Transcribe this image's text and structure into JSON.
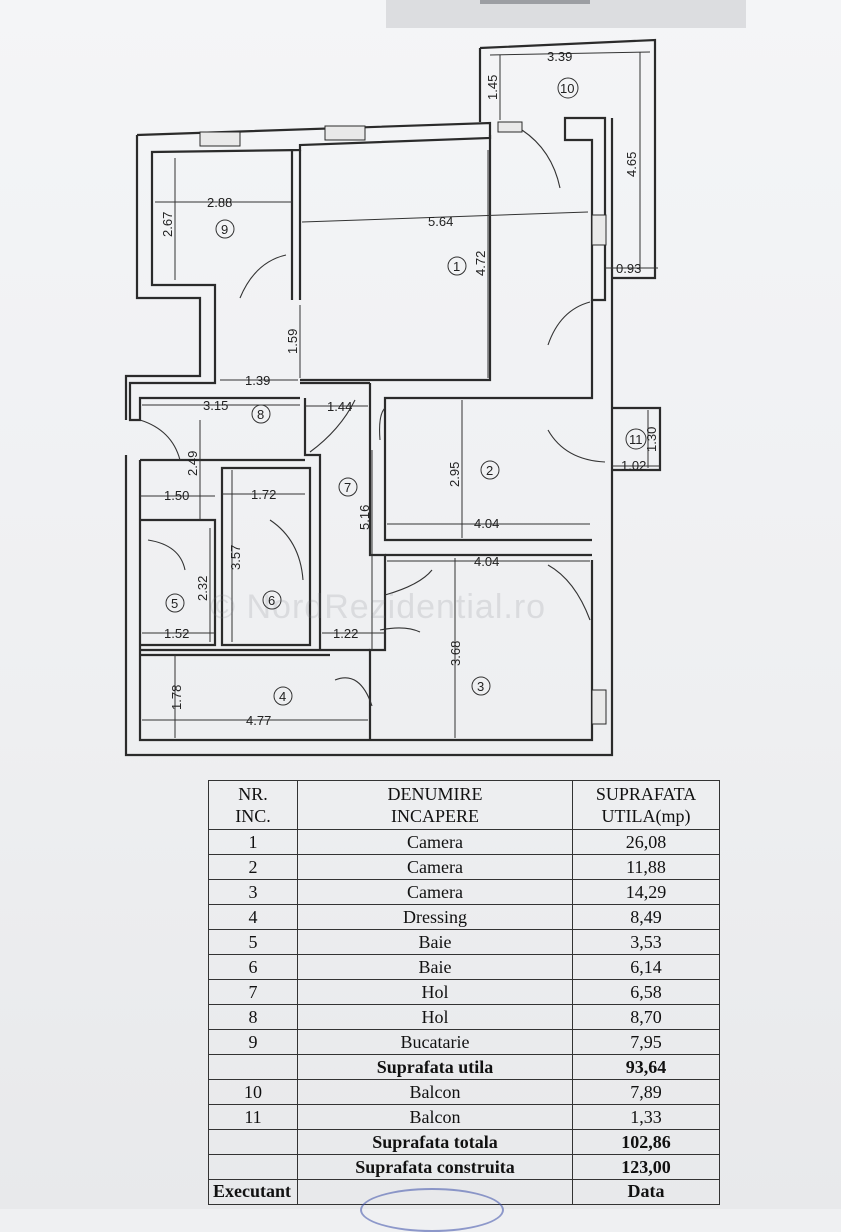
{
  "dimensions": {
    "d_339": "3.39",
    "d_145": "1.45",
    "d_465": "4.65",
    "d_093": "0.93",
    "d_288": "2.88",
    "d_267": "2.67",
    "d_564": "5.64",
    "d_472": "4.72",
    "d_159": "1.59",
    "d_139": "1.39",
    "d_315": "3.15",
    "d_144": "1.44",
    "d_249": "2.49",
    "d_295": "2.95",
    "d_130": "1.30",
    "d_102": "1.02",
    "d_150": "1.50",
    "d_172": "1.72",
    "d_516": "5.16",
    "d_404a": "4.04",
    "d_404b": "4.04",
    "d_357": "3.57",
    "d_232": "2.32",
    "d_152": "1.52",
    "d_122": "1.22",
    "d_368": "3.68",
    "d_178": "1.78",
    "d_477": "4.77"
  },
  "room_labels": [
    "1",
    "2",
    "3",
    "4",
    "5",
    "6",
    "7",
    "8",
    "9",
    "10",
    "11"
  ],
  "watermark": "© NordRezidential.ro",
  "table": {
    "headers": {
      "nr": [
        "NR.",
        "INC."
      ],
      "name": [
        "DENUMIRE",
        "INCAPERE"
      ],
      "area": [
        "SUPRAFATA",
        "UTILA(mp)"
      ]
    },
    "rows": [
      {
        "nr": "1",
        "name": "Camera",
        "area": "26,08"
      },
      {
        "nr": "2",
        "name": "Camera",
        "area": "11,88"
      },
      {
        "nr": "3",
        "name": "Camera",
        "area": "14,29"
      },
      {
        "nr": "4",
        "name": "Dressing",
        "area": "8,49"
      },
      {
        "nr": "5",
        "name": "Baie",
        "area": "3,53"
      },
      {
        "nr": "6",
        "name": "Baie",
        "area": "6,14"
      },
      {
        "nr": "7",
        "name": "Hol",
        "area": "6,58"
      },
      {
        "nr": "8",
        "name": "Hol",
        "area": "8,70"
      },
      {
        "nr": "9",
        "name": "Bucatarie",
        "area": "7,95"
      },
      {
        "nr": "",
        "name": "Suprafata utila",
        "area": "93,64",
        "bold": true
      },
      {
        "nr": "10",
        "name": "Balcon",
        "area": "7,89"
      },
      {
        "nr": "11",
        "name": "Balcon",
        "area": "1,33"
      },
      {
        "nr": "",
        "name": "Suprafata totala",
        "area": "102,86",
        "bold": true
      },
      {
        "nr": "",
        "name": "Suprafata construita",
        "area": "123,00",
        "bold": true
      }
    ],
    "footer": {
      "left": "Executant",
      "right": "Data"
    }
  }
}
